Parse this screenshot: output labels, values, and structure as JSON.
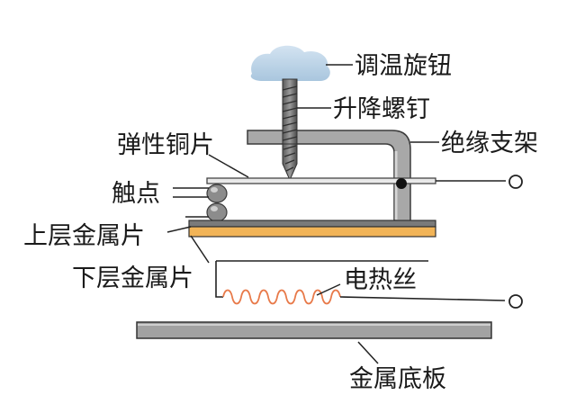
{
  "diagram": {
    "labels": {
      "knob": "调温旋钮",
      "screw": "升降螺钉",
      "copper": "弹性铜片",
      "bracket": "绝缘支架",
      "contact": "触点",
      "upper": "上层金属片",
      "lower": "下层金属片",
      "heater": "电热丝",
      "base": "金属底板"
    },
    "colors": {
      "knob": "#b9d3e8",
      "metal": "#8f8f8f",
      "metal_light": "#c8c8c8",
      "bimetal_top": "#6f6f6f",
      "bimetal_bottom": "#f2b457",
      "heater": "#e87a4a",
      "line": "#222222"
    }
  }
}
